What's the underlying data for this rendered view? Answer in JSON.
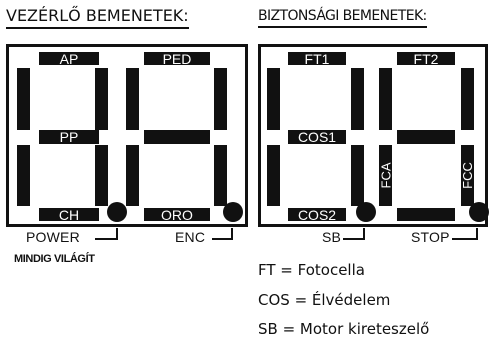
{
  "titles": {
    "control_inputs": "VEZÉRLŐ BEMENETEK:",
    "safety_inputs": "BIZTONSÁGI BEMENETEK:"
  },
  "control_display": {
    "segments": {
      "a": "AP",
      "g": "PP",
      "d": "CH",
      "a2": "PED",
      "d2": "ORO"
    },
    "captions": {
      "power": "POWER",
      "enc": "ENC"
    },
    "always_on": "MINDIG VILÁGÍT"
  },
  "safety_display": {
    "segments": {
      "a": "FT1",
      "g": "COS1",
      "d": "COS2",
      "a2": "FT2",
      "e2": "FCA",
      "c2": "FCC"
    },
    "captions": {
      "sb": "SB",
      "stop": "STOP"
    }
  },
  "legend": [
    "FT = Fotocella",
    "COS = Élvédelem",
    "SB = Motor kireteszelő"
  ],
  "colors": {
    "segment": "#111111",
    "background": "#ffffff",
    "segment_text": "#ffffff"
  }
}
